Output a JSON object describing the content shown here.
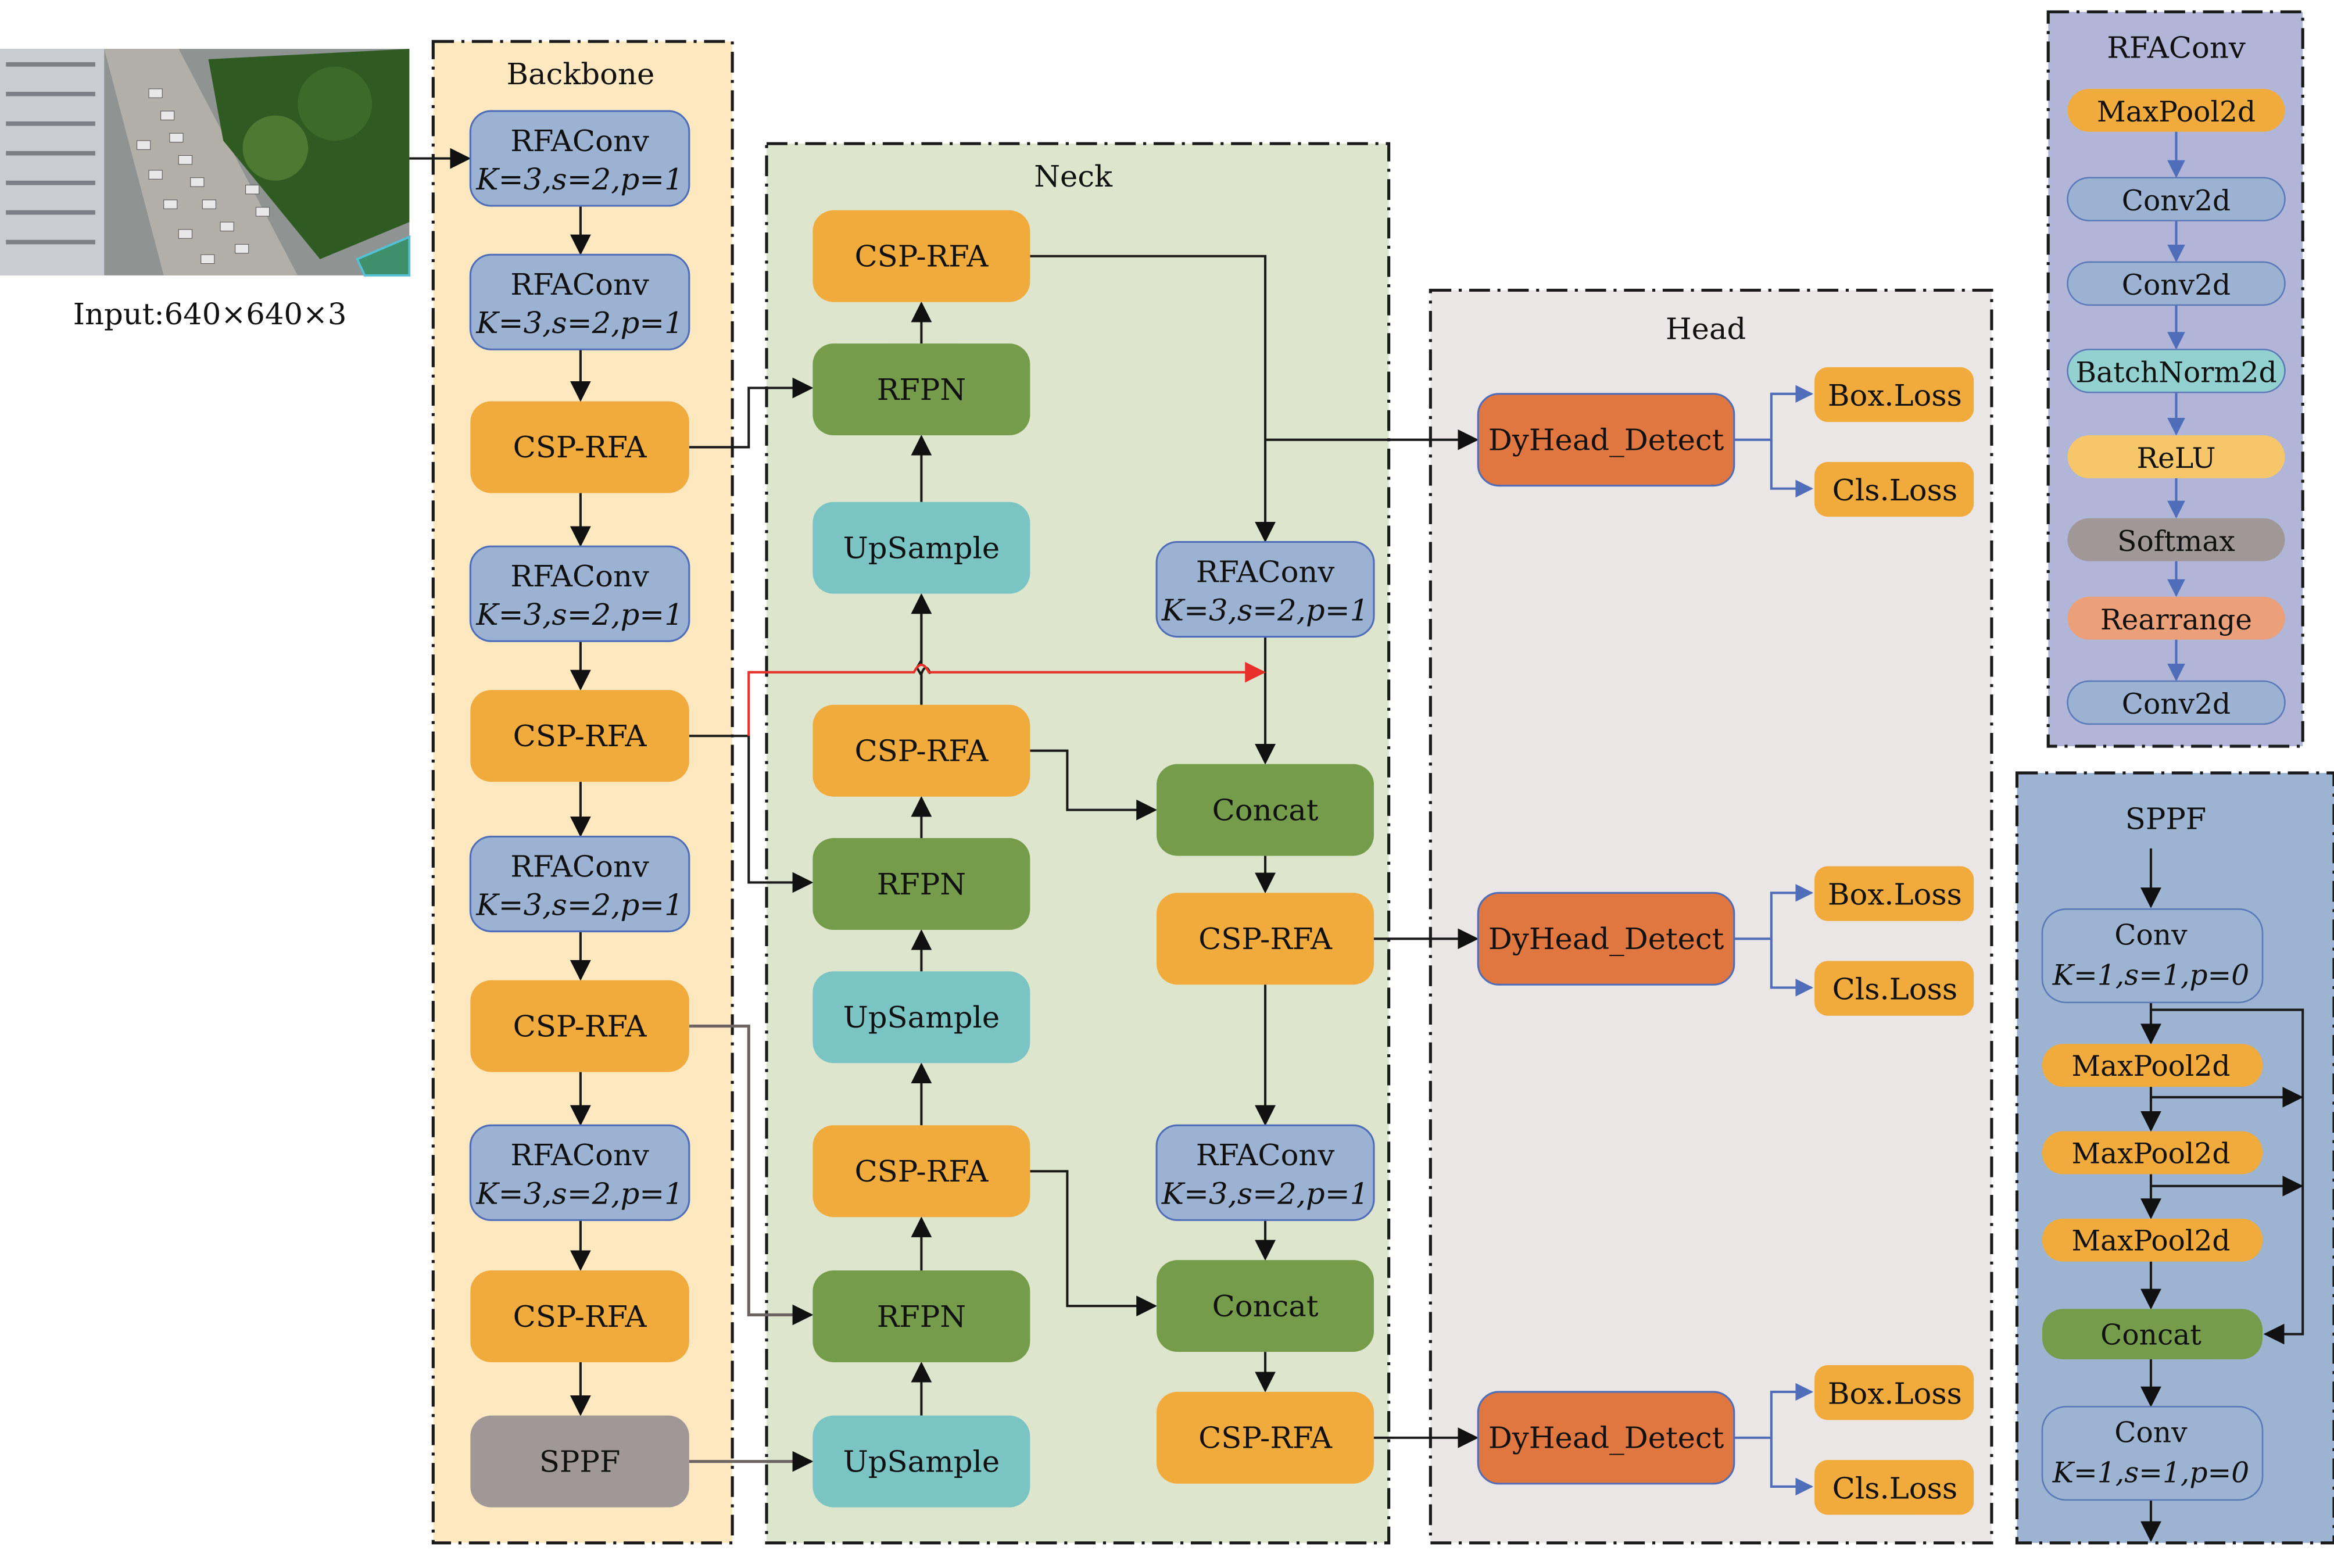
{
  "input": {
    "label": "Input:640×640×3",
    "image_alt": "aerial photo of parking lot with cars, trees and buildings"
  },
  "panels": {
    "backbone": {
      "title": "Backbone",
      "color": "#fde8c0"
    },
    "neck": {
      "title": "Neck",
      "color": "#dde5cc"
    },
    "head": {
      "title": "Head",
      "color": "#ebe6e6"
    },
    "rfaconv_detail": {
      "title": "RFAConv",
      "color": "#b1b6d8"
    },
    "sppf_detail": {
      "title": "SPPF",
      "color": "#9cb3d2"
    }
  },
  "colors": {
    "rfaconv": "#9bb2d3",
    "csp_rfa": "#f0ab3c",
    "rfpn": "#749c4a",
    "upsample": "#7bc4c4",
    "concat": "#749c4a",
    "sppf": "#a09896",
    "dyhead": "#e07640",
    "loss": "#f0ab3c",
    "red_arrow": "#e8302a",
    "blue_arrow": "#4f6db8"
  },
  "backbone": {
    "blocks": [
      {
        "type": "rfaconv",
        "name": "RFAConv",
        "params": "K=3,s=2,p=1"
      },
      {
        "type": "rfaconv",
        "name": "RFAConv",
        "params": "K=3,s=2,p=1"
      },
      {
        "type": "csp_rfa",
        "name": "CSP-RFA"
      },
      {
        "type": "rfaconv",
        "name": "RFAConv",
        "params": "K=3,s=2,p=1"
      },
      {
        "type": "csp_rfa",
        "name": "CSP-RFA"
      },
      {
        "type": "rfaconv",
        "name": "RFAConv",
        "params": "K=3,s=2,p=1"
      },
      {
        "type": "csp_rfa",
        "name": "CSP-RFA"
      },
      {
        "type": "rfaconv",
        "name": "RFAConv",
        "params": "K=3,s=2,p=1"
      },
      {
        "type": "csp_rfa",
        "name": "CSP-RFA"
      },
      {
        "type": "sppf",
        "name": "SPPF"
      }
    ]
  },
  "neck": {
    "left_column": [
      {
        "type": "csp_rfa",
        "name": "CSP-RFA"
      },
      {
        "type": "rfpn",
        "name": "RFPN"
      },
      {
        "type": "upsample",
        "name": "UpSample"
      },
      {
        "type": "csp_rfa",
        "name": "CSP-RFA"
      },
      {
        "type": "rfpn",
        "name": "RFPN"
      },
      {
        "type": "upsample",
        "name": "UpSample"
      },
      {
        "type": "csp_rfa",
        "name": "CSP-RFA"
      },
      {
        "type": "rfpn",
        "name": "RFPN"
      },
      {
        "type": "upsample",
        "name": "UpSample"
      }
    ],
    "right_column": [
      {
        "type": "rfaconv",
        "name": "RFAConv",
        "params": "K=3,s=2,p=1"
      },
      {
        "type": "concat",
        "name": "Concat"
      },
      {
        "type": "csp_rfa",
        "name": "CSP-RFA"
      },
      {
        "type": "rfaconv",
        "name": "RFAConv",
        "params": "K=3,s=2,p=1"
      },
      {
        "type": "concat",
        "name": "Concat"
      },
      {
        "type": "csp_rfa",
        "name": "CSP-RFA"
      }
    ]
  },
  "head": {
    "detectors": [
      {
        "name": "DyHead_Detect",
        "outputs": [
          "Box.Loss",
          "Cls.Loss"
        ]
      },
      {
        "name": "DyHead_Detect",
        "outputs": [
          "Box.Loss",
          "Cls.Loss"
        ]
      },
      {
        "name": "DyHead_Detect",
        "outputs": [
          "Box.Loss",
          "Cls.Loss"
        ]
      }
    ]
  },
  "rfaconv_detail": {
    "layers": [
      {
        "name": "MaxPool2d",
        "color": "#f0ab3c"
      },
      {
        "name": "Conv2d",
        "color": "#9bb2d3"
      },
      {
        "name": "Conv2d",
        "color": "#9bb2d3"
      },
      {
        "name": "BatchNorm2d",
        "color": "#93d0d0"
      },
      {
        "name": "ReLU",
        "color": "#f5c76a"
      },
      {
        "name": "Softmax",
        "color": "#a09896"
      },
      {
        "name": "Rearrange",
        "color": "#eba07a"
      },
      {
        "name": "Conv2d",
        "color": "#9bb2d3"
      }
    ]
  },
  "sppf_detail": {
    "layers": [
      {
        "name": "Conv",
        "params": "K=1,s=1,p=0",
        "color": "#9cb3d2"
      },
      {
        "name": "MaxPool2d",
        "color": "#f0ab3c"
      },
      {
        "name": "MaxPool2d",
        "color": "#f0ab3c"
      },
      {
        "name": "MaxPool2d",
        "color": "#f0ab3c"
      },
      {
        "name": "Concat",
        "color": "#749c4a"
      },
      {
        "name": "Conv",
        "params": "K=1,s=1,p=0",
        "color": "#9cb3d2"
      }
    ]
  }
}
